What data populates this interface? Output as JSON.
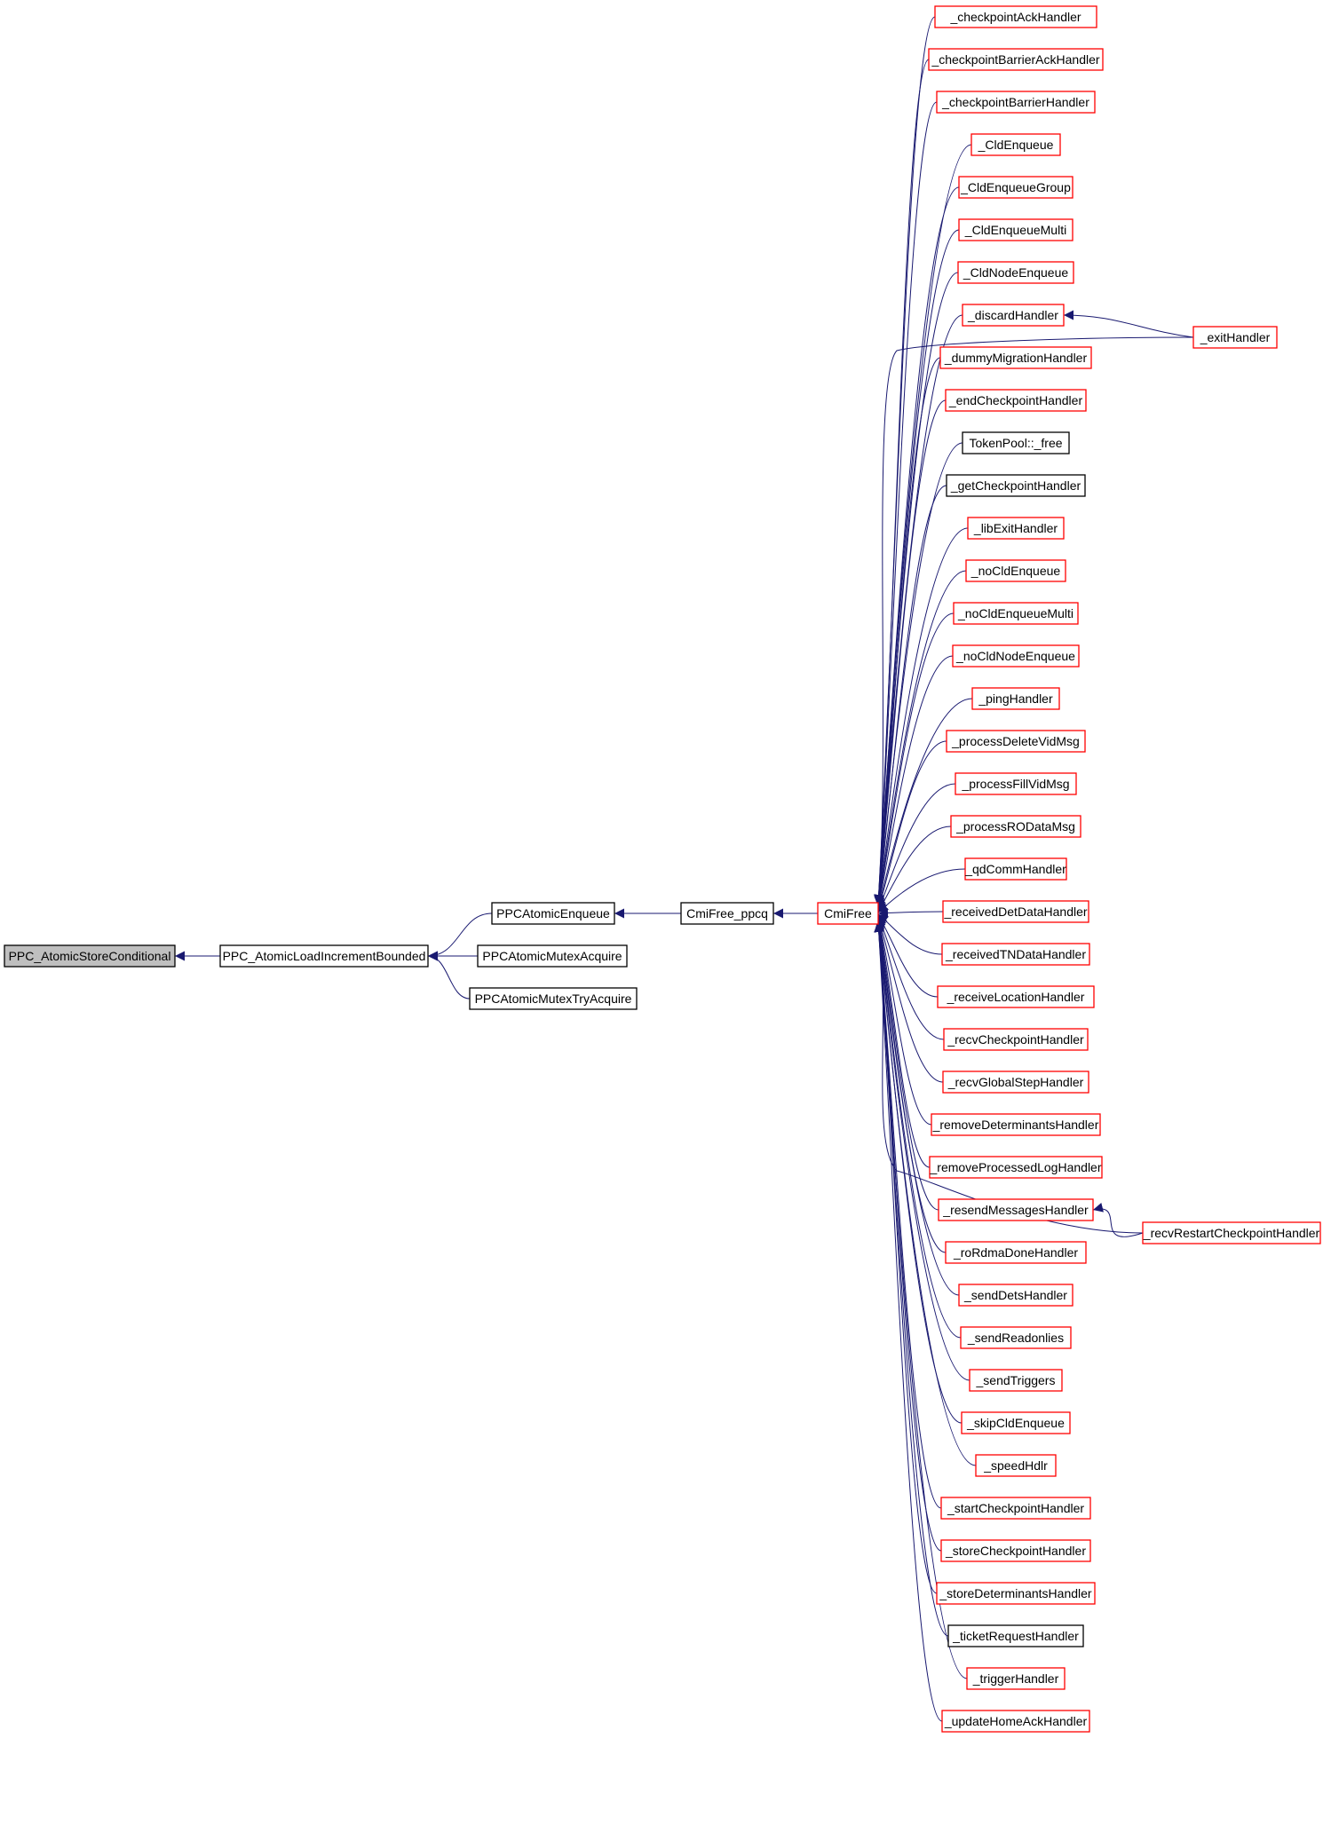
{
  "diagram": {
    "title": "Call graph",
    "colors": {
      "edge": "#191970",
      "link_border": "#ff0000",
      "plain_border": "#000000",
      "root_fill": "#bfbfbf",
      "background": "#ffffff"
    },
    "nodes": [
      {
        "id": "root",
        "label": "PPC_AtomicStoreConditional",
        "style": "root"
      },
      {
        "id": "loadinc",
        "label": "PPC_AtomicLoadIncrementBounded",
        "style": "black"
      },
      {
        "id": "enqueue",
        "label": "PPCAtomicEnqueue",
        "style": "black"
      },
      {
        "id": "mutex",
        "label": "PPCAtomicMutexAcquire",
        "style": "black"
      },
      {
        "id": "trymutex",
        "label": "PPCAtomicMutexTryAcquire",
        "style": "black"
      },
      {
        "id": "ppcq",
        "label": "CmiFree_ppcq",
        "style": "black"
      },
      {
        "id": "cmifree",
        "label": "CmiFree",
        "style": "red"
      },
      {
        "id": "h0",
        "label": "_checkpointAckHandler",
        "style": "red"
      },
      {
        "id": "h1",
        "label": "_checkpointBarrierAckHandler",
        "style": "red"
      },
      {
        "id": "h2",
        "label": "_checkpointBarrierHandler",
        "style": "red"
      },
      {
        "id": "h3",
        "label": "_CldEnqueue",
        "style": "red"
      },
      {
        "id": "h4",
        "label": "_CldEnqueueGroup",
        "style": "red"
      },
      {
        "id": "h5",
        "label": "_CldEnqueueMulti",
        "style": "red"
      },
      {
        "id": "h6",
        "label": "_CldNodeEnqueue",
        "style": "red"
      },
      {
        "id": "h7",
        "label": "_discardHandler",
        "style": "red"
      },
      {
        "id": "exit",
        "label": "_exitHandler",
        "style": "red"
      },
      {
        "id": "h8",
        "label": "_dummyMigrationHandler",
        "style": "red"
      },
      {
        "id": "h9",
        "label": "_endCheckpointHandler",
        "style": "red"
      },
      {
        "id": "h10",
        "label": "TokenPool::_free",
        "style": "black"
      },
      {
        "id": "h11",
        "label": "_getCheckpointHandler",
        "style": "black"
      },
      {
        "id": "h12",
        "label": "_libExitHandler",
        "style": "red"
      },
      {
        "id": "h13",
        "label": "_noCldEnqueue",
        "style": "red"
      },
      {
        "id": "h14",
        "label": "_noCldEnqueueMulti",
        "style": "red"
      },
      {
        "id": "h15",
        "label": "_noCldNodeEnqueue",
        "style": "red"
      },
      {
        "id": "h16",
        "label": "_pingHandler",
        "style": "red"
      },
      {
        "id": "h17",
        "label": "_processDeleteVidMsg",
        "style": "red"
      },
      {
        "id": "h18",
        "label": "_processFillVidMsg",
        "style": "red"
      },
      {
        "id": "h19",
        "label": "_processRODataMsg",
        "style": "red"
      },
      {
        "id": "h20",
        "label": "_qdCommHandler",
        "style": "red"
      },
      {
        "id": "h21",
        "label": "_receivedDetDataHandler",
        "style": "red"
      },
      {
        "id": "h22",
        "label": "_receivedTNDataHandler",
        "style": "red"
      },
      {
        "id": "h23",
        "label": "_receiveLocationHandler",
        "style": "red"
      },
      {
        "id": "h24",
        "label": "_recvCheckpointHandler",
        "style": "red"
      },
      {
        "id": "h25",
        "label": "_recvGlobalStepHandler",
        "style": "red"
      },
      {
        "id": "restart",
        "label": "_recvRestartCheckpointHandler",
        "style": "red"
      },
      {
        "id": "h26",
        "label": "_removeDeterminantsHandler",
        "style": "red"
      },
      {
        "id": "h27",
        "label": "_removeProcessedLogHandler",
        "style": "red"
      },
      {
        "id": "h28",
        "label": "_resendMessagesHandler",
        "style": "red"
      },
      {
        "id": "h29",
        "label": "_roRdmaDoneHandler",
        "style": "red"
      },
      {
        "id": "h30",
        "label": "_sendDetsHandler",
        "style": "red"
      },
      {
        "id": "h31",
        "label": "_sendReadonlies",
        "style": "red"
      },
      {
        "id": "h32",
        "label": "_sendTriggers",
        "style": "red"
      },
      {
        "id": "h33",
        "label": "_skipCldEnqueue",
        "style": "red"
      },
      {
        "id": "h34",
        "label": "_speedHdlr",
        "style": "red"
      },
      {
        "id": "h35",
        "label": "_startCheckpointHandler",
        "style": "red"
      },
      {
        "id": "h36",
        "label": "_storeCheckpointHandler",
        "style": "red"
      },
      {
        "id": "h37",
        "label": "_storeDeterminantsHandler",
        "style": "red"
      },
      {
        "id": "h38",
        "label": "_ticketRequestHandler",
        "style": "black"
      },
      {
        "id": "h39",
        "label": "_triggerHandler",
        "style": "red"
      },
      {
        "id": "h40",
        "label": "_updateHomeAckHandler",
        "style": "red"
      }
    ],
    "edges": [
      {
        "from": "loadinc",
        "to": "root"
      },
      {
        "from": "enqueue",
        "to": "loadinc"
      },
      {
        "from": "mutex",
        "to": "loadinc"
      },
      {
        "from": "trymutex",
        "to": "loadinc"
      },
      {
        "from": "ppcq",
        "to": "enqueue"
      },
      {
        "from": "cmifree",
        "to": "ppcq"
      },
      {
        "from": "h0",
        "to": "cmifree"
      },
      {
        "from": "h1",
        "to": "cmifree"
      },
      {
        "from": "h2",
        "to": "cmifree"
      },
      {
        "from": "h3",
        "to": "cmifree"
      },
      {
        "from": "h4",
        "to": "cmifree"
      },
      {
        "from": "h5",
        "to": "cmifree"
      },
      {
        "from": "h6",
        "to": "cmifree"
      },
      {
        "from": "h7",
        "to": "cmifree"
      },
      {
        "from": "exit",
        "to": "cmifree"
      },
      {
        "from": "exit",
        "to": "h7"
      },
      {
        "from": "h8",
        "to": "cmifree"
      },
      {
        "from": "h9",
        "to": "cmifree"
      },
      {
        "from": "h10",
        "to": "cmifree"
      },
      {
        "from": "h11",
        "to": "cmifree"
      },
      {
        "from": "h12",
        "to": "cmifree"
      },
      {
        "from": "h13",
        "to": "cmifree"
      },
      {
        "from": "h14",
        "to": "cmifree"
      },
      {
        "from": "h15",
        "to": "cmifree"
      },
      {
        "from": "h16",
        "to": "cmifree"
      },
      {
        "from": "h17",
        "to": "cmifree"
      },
      {
        "from": "h18",
        "to": "cmifree"
      },
      {
        "from": "h19",
        "to": "cmifree"
      },
      {
        "from": "h20",
        "to": "cmifree"
      },
      {
        "from": "h21",
        "to": "cmifree"
      },
      {
        "from": "h22",
        "to": "cmifree"
      },
      {
        "from": "h23",
        "to": "cmifree"
      },
      {
        "from": "h24",
        "to": "cmifree"
      },
      {
        "from": "h25",
        "to": "cmifree"
      },
      {
        "from": "restart",
        "to": "cmifree"
      },
      {
        "from": "restart",
        "to": "h28"
      },
      {
        "from": "h26",
        "to": "cmifree"
      },
      {
        "from": "h27",
        "to": "cmifree"
      },
      {
        "from": "h28",
        "to": "cmifree"
      },
      {
        "from": "h29",
        "to": "cmifree"
      },
      {
        "from": "h30",
        "to": "cmifree"
      },
      {
        "from": "h31",
        "to": "cmifree"
      },
      {
        "from": "h32",
        "to": "cmifree"
      },
      {
        "from": "h33",
        "to": "cmifree"
      },
      {
        "from": "h34",
        "to": "cmifree"
      },
      {
        "from": "h35",
        "to": "cmifree"
      },
      {
        "from": "h36",
        "to": "cmifree"
      },
      {
        "from": "h37",
        "to": "cmifree"
      },
      {
        "from": "h38",
        "to": "cmifree"
      },
      {
        "from": "h39",
        "to": "cmifree"
      },
      {
        "from": "h40",
        "to": "cmifree"
      }
    ]
  }
}
